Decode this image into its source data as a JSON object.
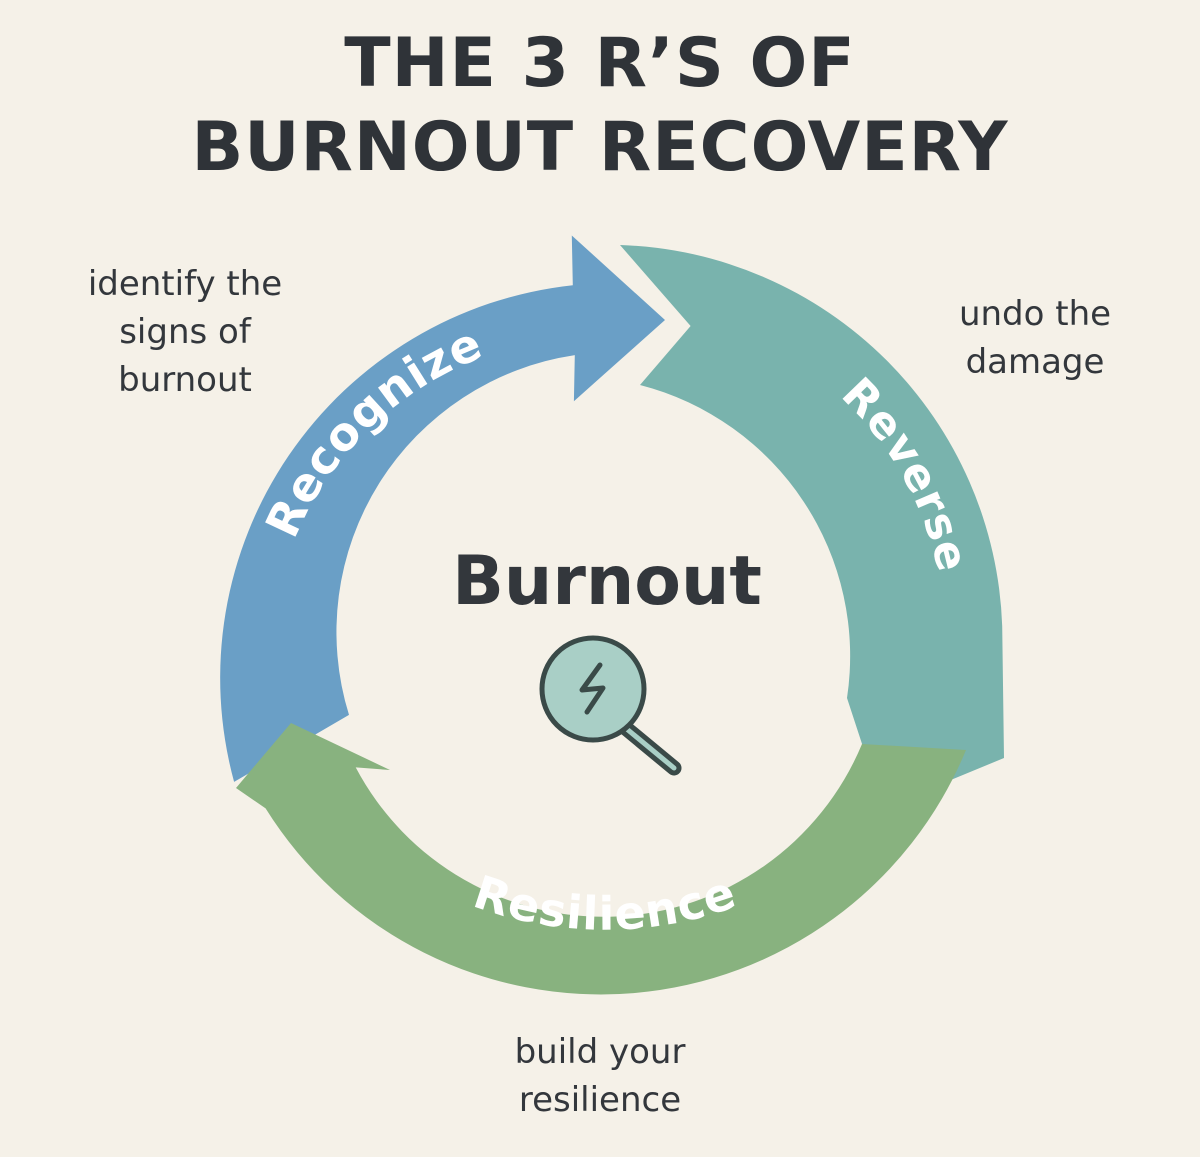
{
  "title": {
    "line1": "THE  3 R’S OF",
    "line2": "BURNOUT RECOVERY"
  },
  "center": {
    "label": "Burnout",
    "icon": "magnifier-lightning-icon"
  },
  "stages": [
    {
      "label": "Recognize",
      "color": "#6a9fc6",
      "note": [
        "identify the",
        "signs of",
        "burnout"
      ]
    },
    {
      "label": "Reverse",
      "color": "#79b3ad",
      "note": [
        "undo the",
        "damage"
      ]
    },
    {
      "label": "Resilience",
      "color": "#88b27f",
      "note": [
        "build your",
        "resilience"
      ]
    }
  ],
  "colors": {
    "background": "#f5f1e8",
    "text": "#33373c",
    "icon": "#3a4a48",
    "icon_fill": "#a9cfc6"
  }
}
